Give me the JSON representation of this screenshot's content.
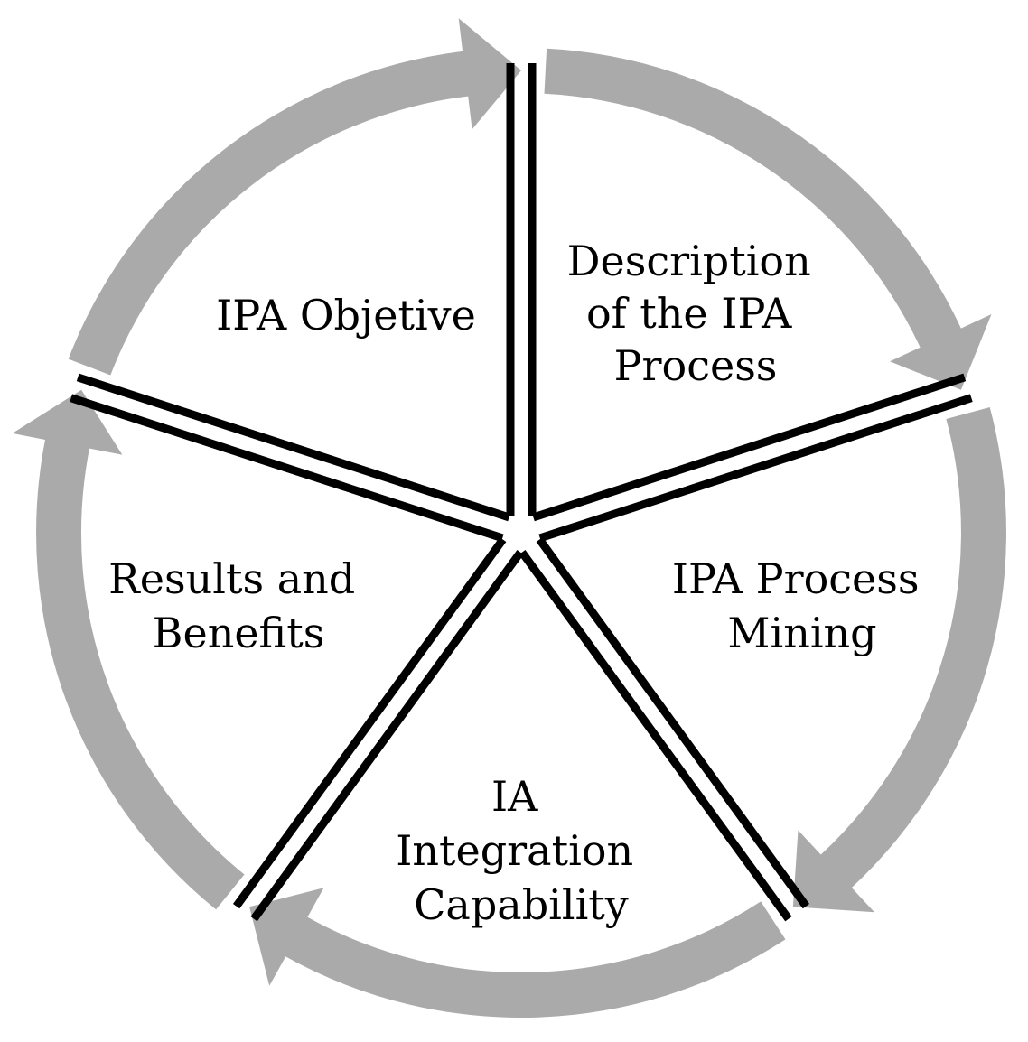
{
  "diagram": {
    "colors": {
      "arrow": "#aaaaaa",
      "divider": "#000000",
      "background": "#ffffff",
      "text": "#000000"
    },
    "segments": [
      {
        "name": "ipa-objective",
        "lines": [
          "IPA Objetive"
        ]
      },
      {
        "name": "description-of-the-ipa-process",
        "lines": [
          "Description",
          "of the IPA",
          "Process"
        ]
      },
      {
        "name": "ipa-process-mining",
        "lines": [
          "IPA Process",
          "Mining"
        ]
      },
      {
        "name": "ia-integration-capability",
        "lines": [
          "IA",
          "Integration",
          "Capability"
        ]
      },
      {
        "name": "results-and-benefits",
        "lines": [
          "Results and",
          "Benefits"
        ]
      }
    ]
  }
}
